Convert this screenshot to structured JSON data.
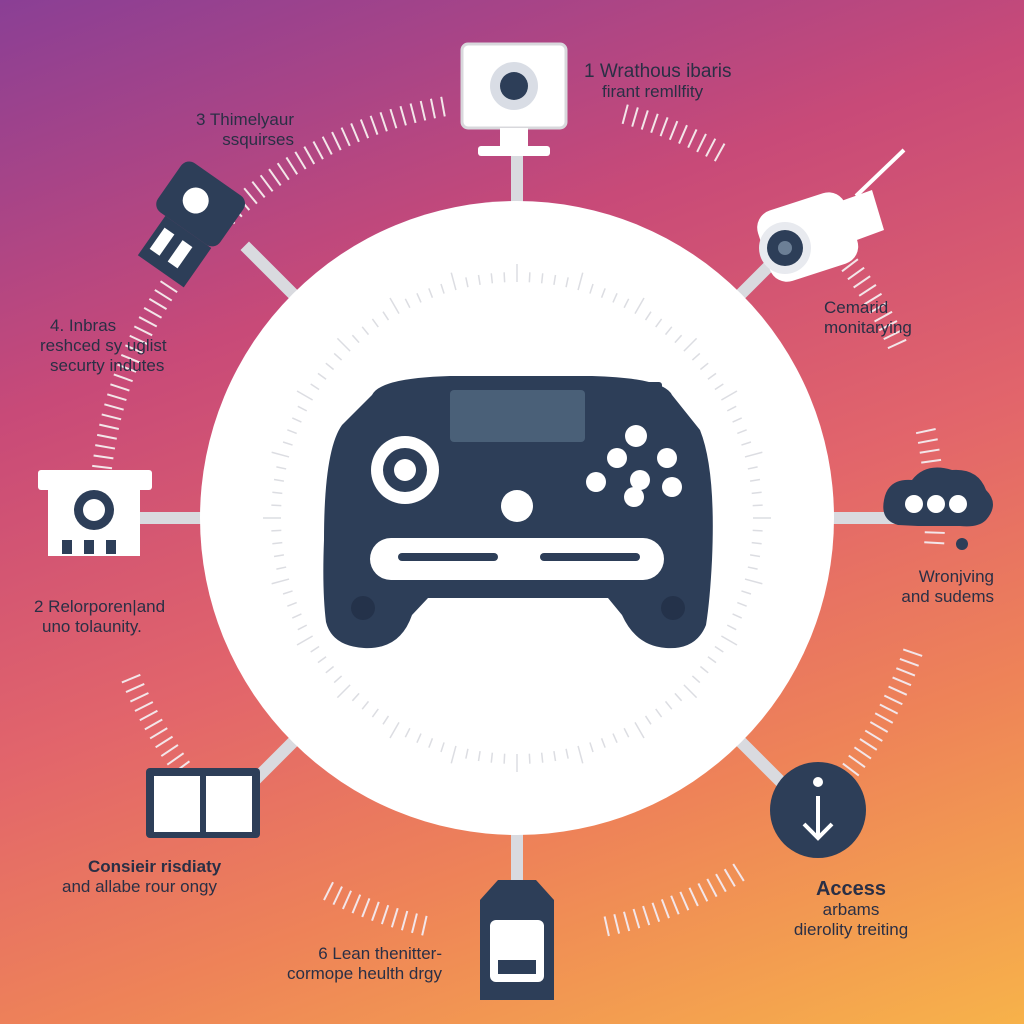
{
  "colors": {
    "navy": "#2d3e58",
    "white": "#ffffff",
    "arrow": "#d9dadf",
    "tick": "#f3e6e9",
    "text": "#2a2f45",
    "screen": "#4a6078"
  },
  "center": {
    "icon": "gamepad-icon"
  },
  "nodes": [
    {
      "id": "1",
      "icon": "monitor-webcam-icon",
      "label": [
        "1  Wrathous ibaris",
        "firant remllfity"
      ]
    },
    {
      "id": "cam",
      "icon": "security-camera-icon",
      "label": [
        "Cemarid",
        "monitarying"
      ]
    },
    {
      "id": "cloud",
      "icon": "cloud-chat-icon",
      "label": [
        "Wronjving",
        "and sudems"
      ]
    },
    {
      "id": "access",
      "icon": "info-download-icon",
      "label": [
        "Access",
        "arbams",
        "dierolity treiting"
      ]
    },
    {
      "id": "6",
      "icon": "printer-device-icon",
      "label": [
        "6  Lean thenitter-",
        "cormope heulth drgy"
      ]
    },
    {
      "id": "consier",
      "icon": "open-book-icon",
      "label": [
        "Consieir risdiaty",
        "and allabe rour ongy"
      ]
    },
    {
      "id": "2",
      "icon": "projector-device-icon",
      "label": [
        "2  Relorporen|and",
        "uno tolaunity."
      ]
    },
    {
      "id": "4",
      "icon": "router-device-icon",
      "label": [
        "4. Inbras",
        "reshced sy uglist",
        "securty indutes"
      ]
    },
    {
      "id": "3",
      "icon": "",
      "label": [
        "3  Thimelyaur",
        "ssquirses"
      ]
    }
  ]
}
